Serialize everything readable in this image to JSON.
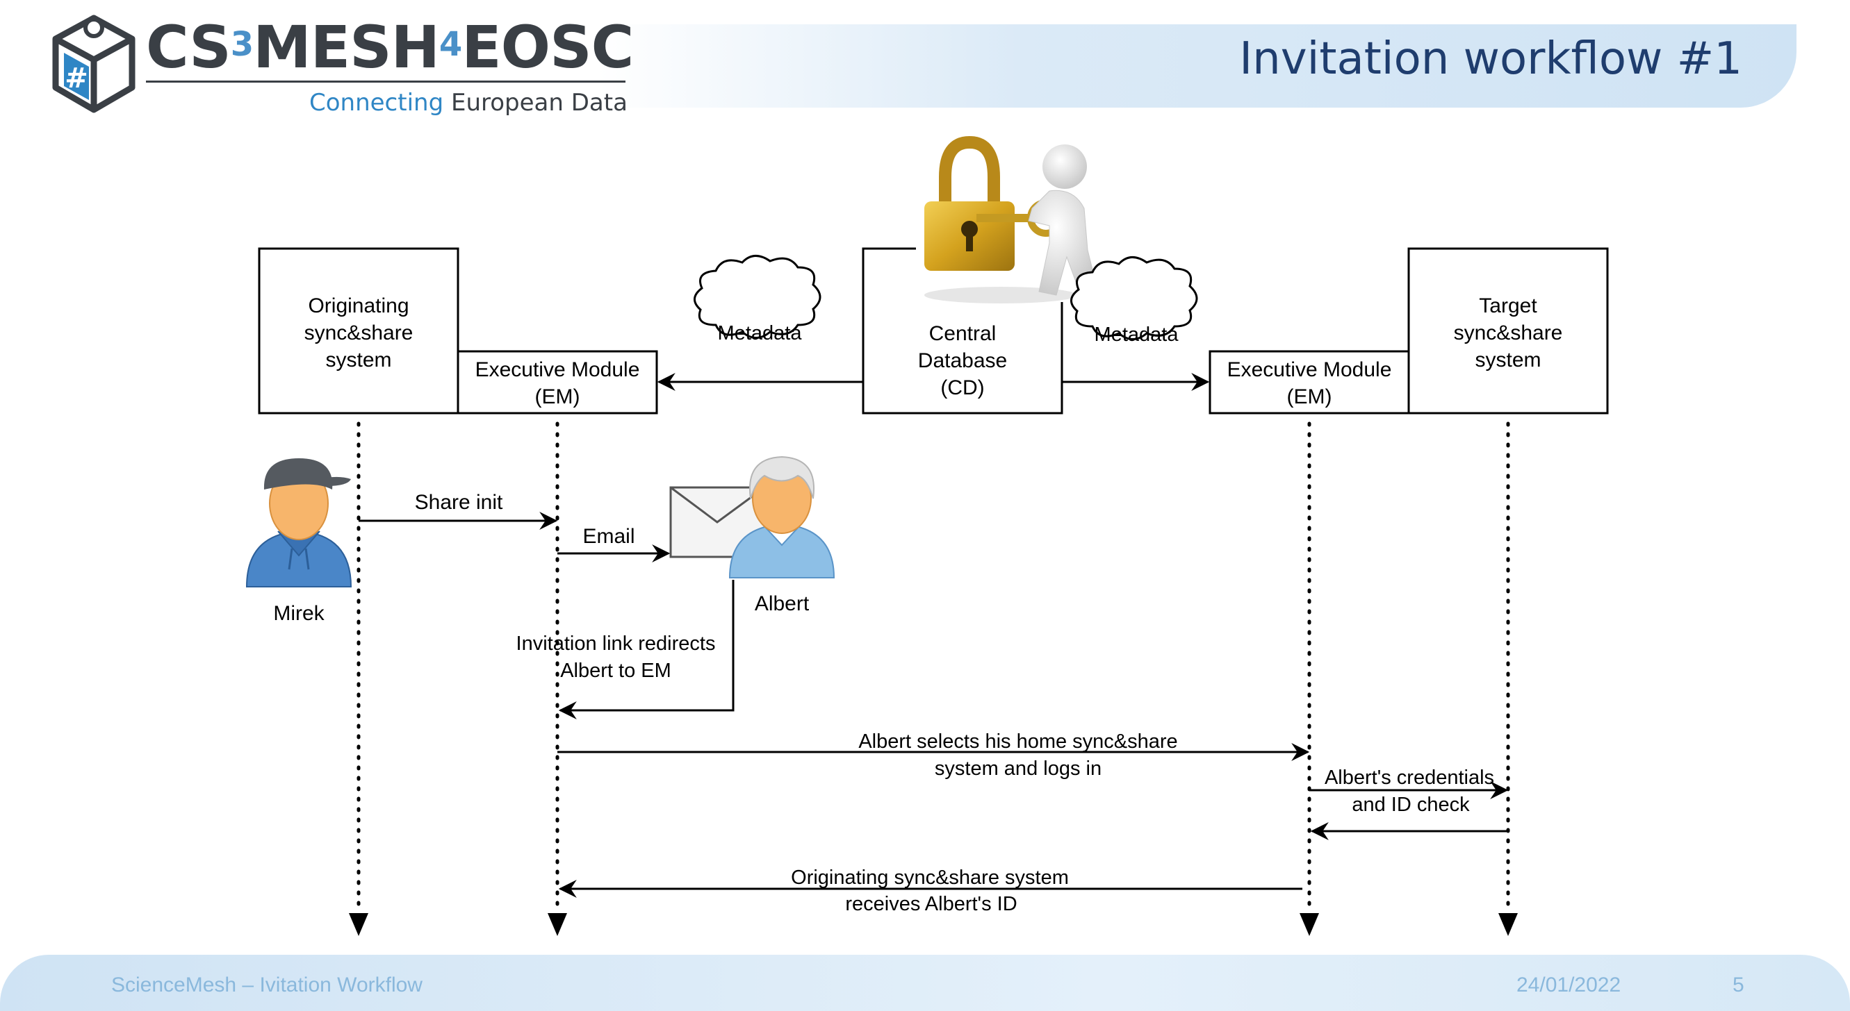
{
  "header": {
    "logo_main": "CS",
    "logo_sup1": "3",
    "logo_mid": "MESH",
    "logo_sup2": "4",
    "logo_end": "EOSC",
    "logo_sub_accent": "Connecting",
    "logo_sub_rest": " European Data",
    "title": "Invitation workflow #1"
  },
  "diagram": {
    "originating_system": [
      "Originating",
      "sync&share",
      "system"
    ],
    "em_left": [
      "Executive Module",
      "(EM)"
    ],
    "central_db": [
      "Central",
      "Database",
      "(CD)"
    ],
    "em_right": [
      "Executive Module",
      "(EM)"
    ],
    "target_system": [
      "Target",
      "sync&share",
      "system"
    ],
    "metadata_left": "Metadata",
    "metadata_right": "Metadata",
    "actor_mirek": "Mirek",
    "actor_albert": "Albert",
    "msg_share_init": "Share init",
    "msg_email": "Email",
    "msg_invitation": [
      "Invitation link redirects",
      "Albert to EM"
    ],
    "msg_select": [
      "Albert selects his home sync&share",
      "system and logs in"
    ],
    "msg_credentials": [
      "Albert's credentials",
      "and ID check"
    ],
    "msg_receives": [
      "Originating sync&share system",
      "receives Albert's ID"
    ]
  },
  "footer": {
    "left": "ScienceMesh – Ivitation Workflow",
    "date": "24/01/2022",
    "page": "5"
  },
  "colors": {
    "title": "#1f3d6e",
    "accent": "#2f86c5",
    "footer_text": "#8ab8dc",
    "skin": "#f7b56b",
    "hoodie": "#4a86c8",
    "lock_gold": "#d9a920"
  }
}
